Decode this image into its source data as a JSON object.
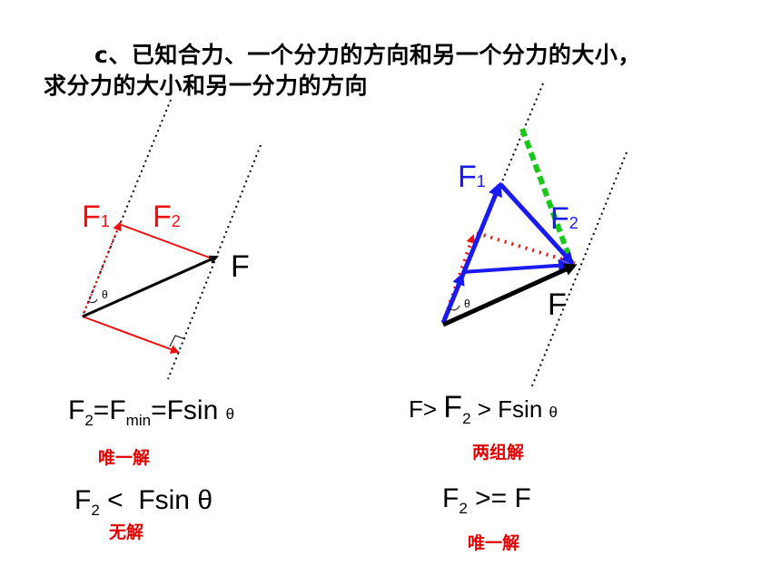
{
  "heading": {
    "line1_prefix": "c",
    "line1_rest": "、已知合力、一个分力的方向和另一个分力的大小，",
    "line2": "求分力的大小和另一分力的方向"
  },
  "left_diagram": {
    "f1_main": "F",
    "f1_sub": "1",
    "f2_main": "F",
    "f2_sub": "2",
    "f_label": "F",
    "theta": "θ"
  },
  "right_diagram": {
    "f1_main": "F",
    "f1_sub": "1",
    "f2_main": "F",
    "f2_sub": "2",
    "f_label": "F",
    "theta": "θ"
  },
  "formulas": {
    "left_top": {
      "a": "F",
      "a_sub": "2",
      "b": "=F",
      "b_sub": "min",
      "c": "=Fsin ",
      "c_small": "θ"
    },
    "left_note": "唯一解",
    "left_bottom": {
      "a": "F",
      "a_sub": "2",
      "b": " <  Fsin θ"
    },
    "left_bottom_note": "无解",
    "right_top": {
      "a": "F> ",
      "b": "F",
      "b_sub": "2",
      "c": " > Fsin ",
      "c_small": "θ"
    },
    "right_note": "两组解",
    "right_bottom": {
      "a": "F",
      "a_sub": "2",
      "b": " >= F"
    },
    "right_bottom_note": "唯一解"
  },
  "colors": {
    "red": "#ee1111",
    "blue": "#1a1aee",
    "green": "#18c818",
    "black": "#000000"
  }
}
